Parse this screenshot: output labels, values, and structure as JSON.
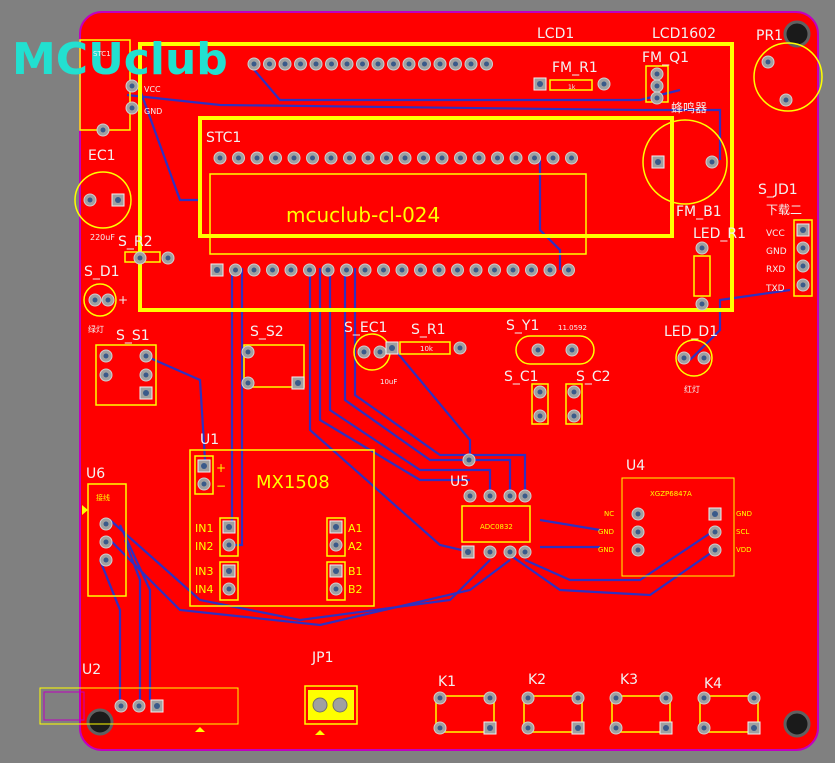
{
  "brand": {
    "logo_text": "MCUclub"
  },
  "colors": {
    "background": "#808080",
    "board": "#ff0000",
    "board_outline": "#c000c0",
    "silkscreen": "#ffff00",
    "trace": "#3030c0",
    "pad": "#a0a0a0"
  },
  "designators": {
    "lcd1": "LCD1",
    "lcd1602": "LCD1602",
    "pr1": "PR1",
    "fm_r1": "FM_R1",
    "fm_q1": "FM_Q1",
    "fm_b1": "FM_B1",
    "stc1": "STC1",
    "sstc1": "STC1",
    "ec1": "EC1",
    "s_r2": "S_R2",
    "s_d1": "S_D1",
    "s_s1": "S_S1",
    "s_s2": "S_S2",
    "s_ec1": "S_EC1",
    "s_r1": "S_R1",
    "s_y1": "S_Y1",
    "s_c1": "S_C1",
    "s_c2": "S_C2",
    "s_jd1": "S_JD1",
    "led_r1": "LED_R1",
    "led_d1": "LED_D1",
    "u1": "U1",
    "u2": "U2",
    "u4": "U4",
    "u5": "U5",
    "u6": "U6",
    "jp1": "JP1",
    "k1": "K1",
    "k2": "K2",
    "k3": "K3",
    "k4": "K4"
  },
  "labels": {
    "board_id": "mcuclub-cl-024",
    "mx1508": "MX1508",
    "ic_adc": "ADC0832",
    "ic_u4": "XGZP6847A",
    "buzzer": "蜂鸣器",
    "download": "下载二",
    "vcc": "VCC",
    "gnd": "GND",
    "capacitor_ec1": "220uF",
    "capacitor_sec1": "10uF",
    "resistor_sr1": "10k",
    "resistor_fmr1": "1k",
    "crystal": "11.0592",
    "led_power": "绿灯",
    "led_red": "红灯",
    "u6_text": "接线",
    "u4_nc": "NC",
    "u4_gnd": "GND",
    "u4_sclk": "SCL",
    "u4_vdd": "VDD",
    "u1_plus": "+",
    "u1_minus": "−",
    "u1_in1": "IN1",
    "u1_in2": "IN2",
    "u1_in3": "IN3",
    "u1_in4": "IN4",
    "u1_a1": "A1",
    "u1_a2": "A2",
    "u1_b1": "B1",
    "u1_b2": "B2",
    "jd_vcc": "VCC",
    "jd_gnd": "GND",
    "jd_rxd": "RXD",
    "jd_txd": "TXD",
    "plus": "+"
  }
}
